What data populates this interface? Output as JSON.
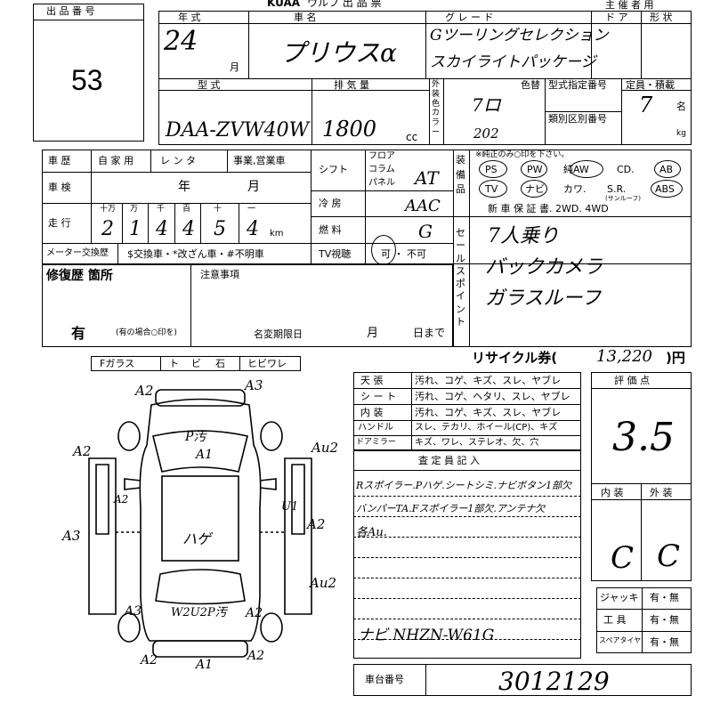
{
  "header": {
    "auction_label": "KUAA",
    "auction_label_tail": "ウルフ 出 品 票",
    "right_label": "主 催 者 用"
  },
  "lot": {
    "label": "出 品 番 号",
    "value": "53"
  },
  "vehicle": {
    "year_label": "年 式",
    "year_value": "24",
    "month_unit": "月",
    "name_label": "車 名",
    "name_value": "プリウスα",
    "grade_label": "グ レ ー ド",
    "grade_line1": "Gツーリングセレクション",
    "grade_line2": "スカイライトパッケージ",
    "doors_label": "ド ア",
    "shape_label": "形 状",
    "type_label": "型 式",
    "type_value": "DAA-ZVW40W",
    "displacement_label": "排 気 量",
    "displacement_value": "1800",
    "displacement_unit": "cc",
    "exterior_label": "外装色カラー",
    "color_label": "色替",
    "color_code_label": "型式指定番号",
    "class_label": "類別区別番号",
    "color_value": "7ロ",
    "color_code": "202",
    "capacity_label": "定員・積載",
    "capacity_value": "7",
    "capacity_unit": "名",
    "kg_unit": "kg"
  },
  "history": {
    "label": "車 歴",
    "options": [
      "自 家 用",
      "レ ン タ",
      "事業,営業車"
    ],
    "inspection_label": "車 検",
    "year_label": "年",
    "month_label": "月",
    "mileage_label": "走 行",
    "digit_headers": [
      "十万",
      "万",
      "千",
      "百",
      "十",
      "一"
    ],
    "mileage_digits": [
      "2",
      "1",
      "4",
      "4",
      "5",
      "4"
    ],
    "mileage_unit": "km",
    "meter_label": "メーター交換歴",
    "meter_options": "$交換車・*改ざん車・#不明車",
    "repair_label": "修復歴 箇所",
    "repair_value": "有",
    "repair_note": "(有の場合○印を)",
    "notes_label": "注意事項",
    "name_change_label": "名変期限日",
    "name_change_month": "月",
    "name_change_day": "日まで"
  },
  "drivetrain": {
    "shift_label": "シフト",
    "shift_options": [
      "フロア",
      "コラム",
      "パネル"
    ],
    "shift_value": "AT",
    "ac_label": "冷 房",
    "ac_value": "AAC",
    "fuel_label": "燃 料",
    "fuel_value": "G",
    "tv_label": "TV視聴",
    "tv_options": "可 ・ 不可"
  },
  "equipment": {
    "label": "装備品",
    "note": "※純正のみ○印を下さい。",
    "row1": [
      "PS",
      "PW",
      "純AW",
      "CD.",
      "AB"
    ],
    "row2": [
      "TV",
      "ナビ",
      "カワ.",
      "S.R.",
      "ABS"
    ],
    "sunroof_note": "(サンルーフ)",
    "row3": "新 車 保 証 書. 2WD. 4WD"
  },
  "sales_point": {
    "label": "セールスポイント",
    "lines": [
      "7人乗り",
      "バックカメラ",
      "ガラスルーフ"
    ]
  },
  "recycle": {
    "label": "リサイクル券(",
    "value": "13,220",
    "unit": ")円"
  },
  "glass": {
    "labels": [
      "Fガラス",
      "ト",
      "ビ",
      "石",
      "ヒビワレ"
    ]
  },
  "diagram_marks": [
    "A2",
    "A3",
    "A2",
    "Au2",
    "P汚",
    "A1",
    "A2",
    "U1",
    "U1",
    "A3",
    "ハゲ",
    "A2",
    "Au2",
    "A3",
    "W2U2P汚",
    "A2",
    "A2",
    "A1",
    "A2"
  ],
  "interior_table": {
    "rows": [
      {
        "label": "天 張",
        "options": "汚れ、コゲ、キズ、スレ、ヤブレ"
      },
      {
        "label": "シ ー ト",
        "options": "汚れ、コゲ、ヘタリ、スレ、ヤブレ"
      },
      {
        "label": "内 装",
        "options": "汚れ、コゲ、キズ、スレ、ヤブレ"
      },
      {
        "label": "ハンドル",
        "options": "スレ、テカリ、ホイール(CP)、キズ"
      },
      {
        "label": "ドアミラー",
        "options": "キズ、ワレ、ステレオ、欠、穴"
      }
    ]
  },
  "inspector": {
    "label": "査 定 員 記 入",
    "lines": [
      "Rスポイラー.Pハゲ.シートシミ.ナビボタン1部欠",
      "バンパーTA.Fスポイラー1部欠.アンテナ欠",
      "各Au."
    ],
    "navi": "ナビ NHZN-W61G"
  },
  "score": {
    "label": "評 価 点",
    "value": "3.5",
    "interior_label": "内 装",
    "exterior_label": "外 装",
    "interior_value": "C",
    "exterior_value": "C"
  },
  "accessories": [
    {
      "label": "ジャッキ",
      "value": "有・無"
    },
    {
      "label": "工 具",
      "value": "有・無"
    },
    {
      "label": "スペアタイヤ",
      "value": "有・無"
    }
  ],
  "chassis": {
    "label": "車台番号",
    "value": "3012129"
  }
}
